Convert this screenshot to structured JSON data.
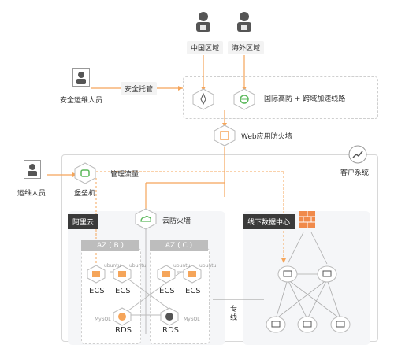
{
  "regions": {
    "china": "中国区域",
    "overseas": "海外区域"
  },
  "security_hosting": "安全托管",
  "security_ops": "安全运维人员",
  "intl_ddos": "国际高防 + 跨域加速线路",
  "waf": "Web应用防火墙",
  "customer_system": "客户系统",
  "ops_person": "运维人员",
  "bastion": "堡垒机",
  "mgmt_traffic": "管理流量",
  "aliyun": "阿里云",
  "cloud_firewall": "云防火墙",
  "offline_dc": "线下数据中心",
  "dedicated_line": "专线",
  "az_b": "AZ ( B )",
  "az_c": "AZ ( C )",
  "ecs": "ECS",
  "rds": "RDS",
  "ubuntu": "ubuntu",
  "mysql": "MySQL",
  "colors": {
    "orange": "#f5a55a",
    "green": "#5cb85c",
    "dark": "#3a3a3a"
  }
}
